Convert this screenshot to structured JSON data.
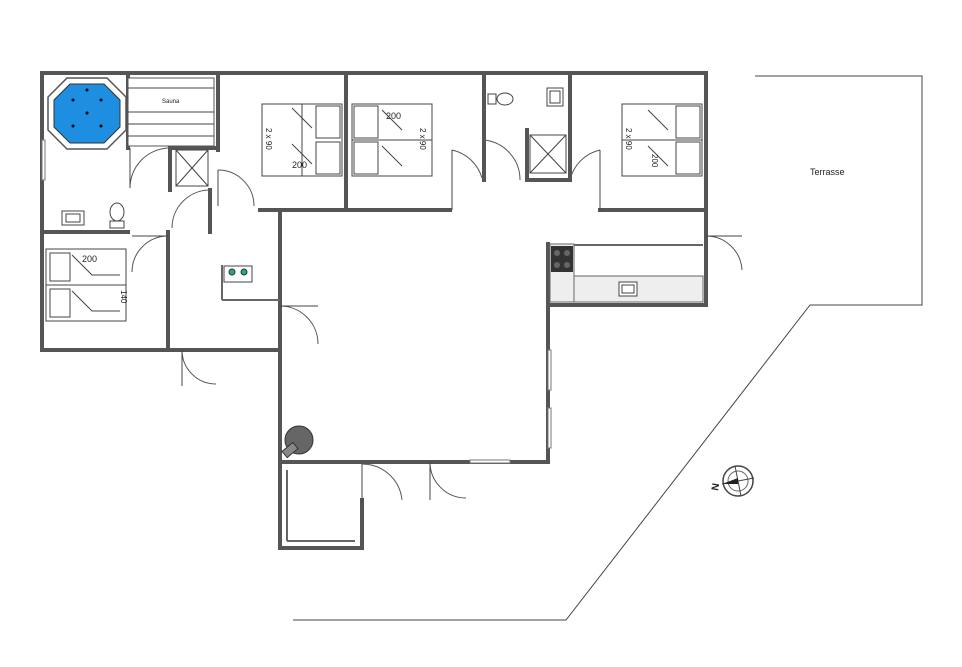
{
  "labels": {
    "sauna": "Sauna",
    "terrace": "Terrasse",
    "bed_br1": "200",
    "bed_br1_len": "140",
    "bed_br2_w": "2 x 90",
    "bed_br2_len": "200",
    "bed_br3_w": "2 x 90",
    "bed_br3_len": "200",
    "bed_br4_w": "2 x 90",
    "bed_br4_len": "200",
    "compass_n": "N"
  },
  "colors": {
    "wall": "#555555",
    "whirlpool": "#1e8fe0",
    "floor": "#ffffff",
    "counter": "#eeeeee",
    "stove": "#333333"
  },
  "icons": [
    "whirlpool-icon",
    "toilet-icon",
    "sink-icon",
    "shower-icon",
    "stove-icon",
    "fireplace-icon",
    "compass-icon",
    "bed-icon"
  ]
}
